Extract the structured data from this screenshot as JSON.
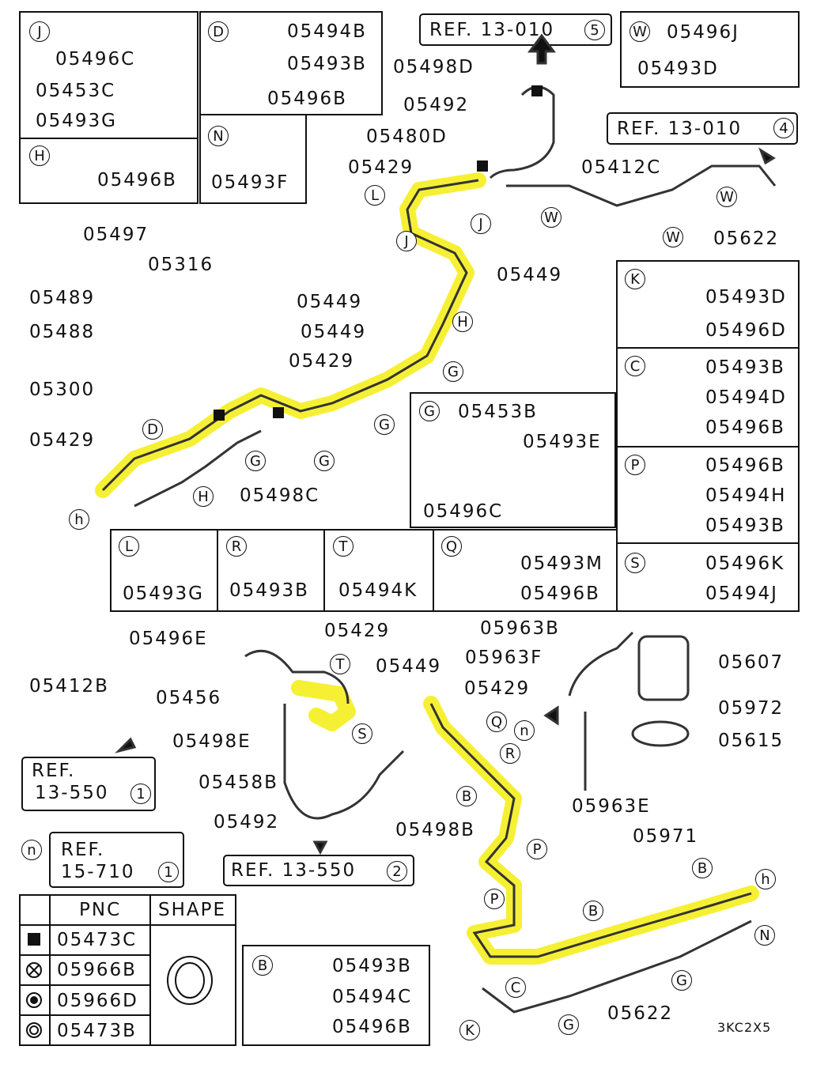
{
  "diagram_code": "3KC2X5",
  "refs": [
    {
      "text": "REF. 13-010",
      "num": "5"
    },
    {
      "text": "REF. 13-010",
      "num": "4"
    },
    {
      "text": "REF.",
      "text2": "13-550",
      "num": "1"
    },
    {
      "text": "REF.",
      "text2": "15-710",
      "num": "1"
    },
    {
      "text": "REF. 13-550",
      "num": "2"
    }
  ],
  "legend": {
    "header_pnc": "PNC",
    "header_shape": "SHAPE",
    "rows": [
      "05473C",
      "05966B",
      "05966D",
      "05473B"
    ]
  },
  "labels": [
    "05496C",
    "05453C",
    "05493G",
    "05494B",
    "05493B",
    "05496B",
    "05493F",
    "05496B",
    "05496J",
    "05493D",
    "05498D",
    "05492",
    "05480D",
    "05429",
    "05412C",
    "05449",
    "05622",
    "05497",
    "05316",
    "05489",
    "05488",
    "05300",
    "05449",
    "05449",
    "05429",
    "05429",
    "05498C",
    "05453B",
    "05493E",
    "05496C",
    "05493D",
    "05496D",
    "05493B",
    "05494D",
    "05496B",
    "05496B",
    "05494H",
    "05493B",
    "05496K",
    "05494J",
    "05493G",
    "05493B",
    "05494K",
    "05493M",
    "05496B",
    "05496E",
    "05429",
    "05963B",
    "05963F",
    "05607",
    "05449",
    "05429",
    "05412B",
    "05456",
    "05972",
    "05615",
    "05498E",
    "05458B",
    "05963E",
    "05971",
    "05492",
    "05498B",
    "05493B",
    "05494C",
    "05496B",
    "05622"
  ],
  "circle_letters": [
    "J",
    "D",
    "N",
    "H",
    "W",
    "K",
    "C",
    "P",
    "S",
    "G",
    "L",
    "R",
    "T",
    "Q",
    "B",
    "L",
    "J",
    "J",
    "W",
    "W",
    "W",
    "H",
    "G",
    "G",
    "D",
    "G",
    "G",
    "H",
    "h",
    "T",
    "S",
    "Q",
    "n",
    "R",
    "B",
    "P",
    "P",
    "B",
    "B",
    "h",
    "N",
    "C",
    "G",
    "G",
    "K",
    "n"
  ],
  "colors": {
    "highlight": "#f5ee1e",
    "line": "#111111"
  }
}
